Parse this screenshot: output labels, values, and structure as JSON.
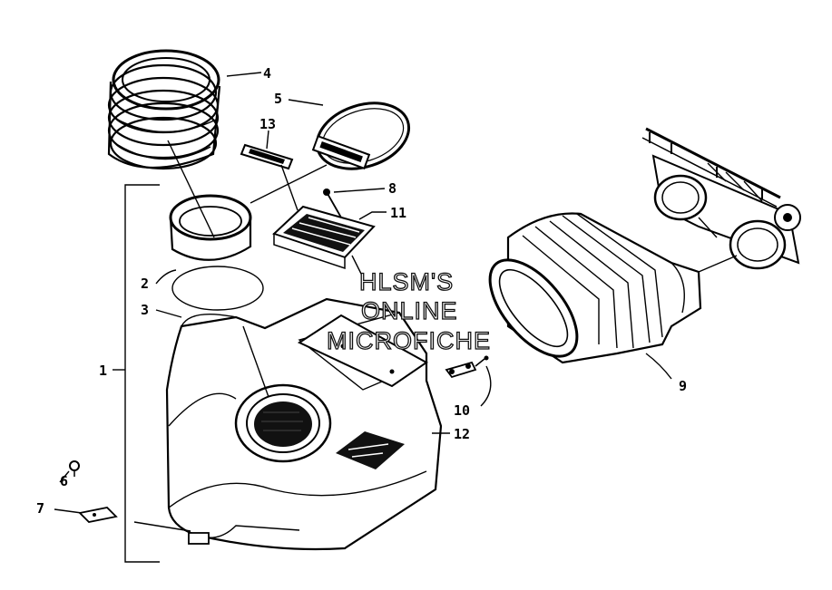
{
  "labels": {
    "p1": "1",
    "p2": "2",
    "p3": "3",
    "p4": "4",
    "p5": "5",
    "p6": "6",
    "p7": "7",
    "p8": "8",
    "p9": "9",
    "p10": "10",
    "p11": "11",
    "p12": "12",
    "p13": "13"
  },
  "watermark": {
    "line1": "HLSM'S",
    "line2": "ONLINE",
    "line3": "MICROFICHE"
  }
}
